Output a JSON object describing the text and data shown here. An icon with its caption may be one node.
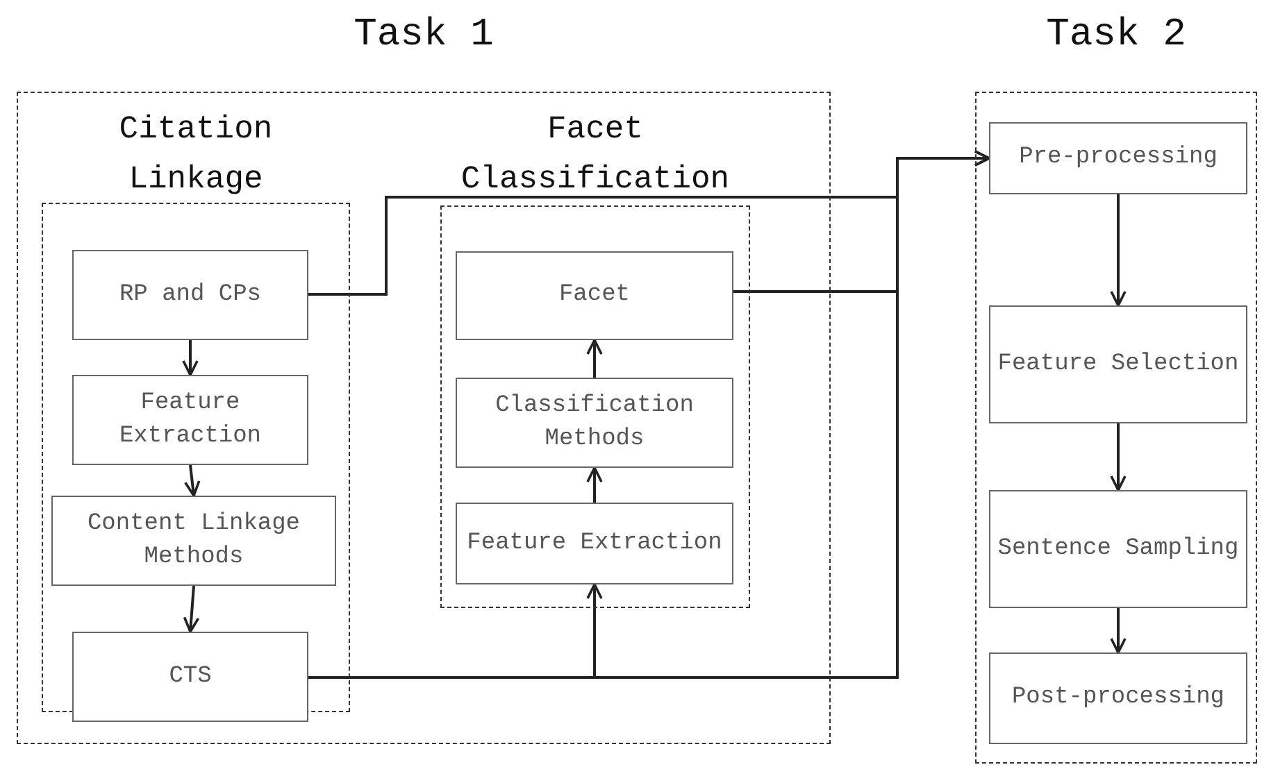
{
  "diagram": {
    "nodes": [
      {
        "text": [
          "Task 1"
        ]
      },
      {
        "text": [
          "Citation Linkage"
        ],
        "in": 0
      },
      {
        "text": [
          "RP and CPs"
        ],
        "in": 1
      },
      {
        "text": [
          "Feature Extraction"
        ],
        "in": 1
      },
      {
        "text": [
          "Content Linkage Methods"
        ],
        "in": 1
      },
      {
        "text": [
          "CTS"
        ],
        "in": 1
      },
      {
        "text": [
          "Facet Classification"
        ],
        "in": 0
      },
      {
        "text": [
          "Facet"
        ],
        "in": 6
      },
      {
        "text": [
          "Classification Methods"
        ],
        "in": 6
      },
      {
        "text": [
          "Feature Extraction"
        ],
        "in": 6
      },
      {
        "text": [
          "Task 2"
        ]
      },
      {
        "text": [
          "Pre-processing"
        ],
        "in": 10
      },
      {
        "text": [
          "Feature Selection"
        ],
        "in": 10
      },
      {
        "text": [
          "Sentence Sampling"
        ],
        "in": 10
      },
      {
        "text": [
          "Post-processing"
        ],
        "in": 10
      }
    ],
    "edges": [
      {
        "from": 2,
        "to": 3,
        "arrow": "to"
      },
      {
        "from": 3,
        "to": 4,
        "arrow": "to"
      },
      {
        "from": 4,
        "to": 5,
        "arrow": "to"
      },
      {
        "from": 9,
        "to": 8,
        "arrow": "to"
      },
      {
        "from": 8,
        "to": 7,
        "arrow": "to"
      },
      {
        "from": 2,
        "to": 11,
        "arrow": "to"
      },
      {
        "from": 7,
        "to": 11,
        "arrow": "to"
      },
      {
        "from": 5,
        "to": 11,
        "arrow": "to"
      },
      {
        "from": 5,
        "to": 9,
        "arrow": "to"
      },
      {
        "from": 11,
        "to": 12,
        "arrow": "to"
      },
      {
        "from": 12,
        "to": 13,
        "arrow": "to"
      },
      {
        "from": 13,
        "to": 14,
        "arrow": "to"
      }
    ]
  }
}
